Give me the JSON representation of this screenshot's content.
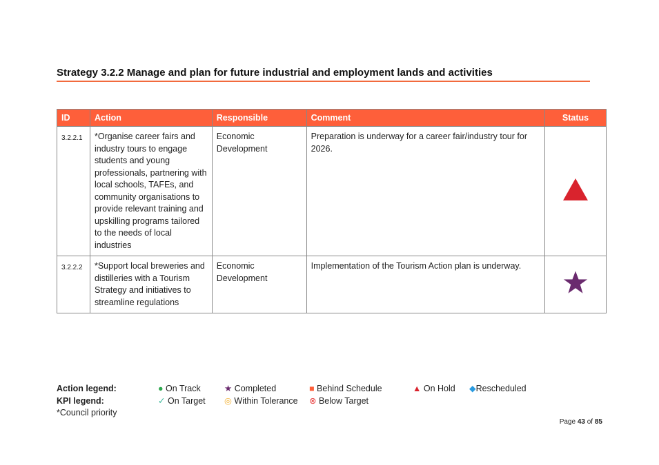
{
  "title": "Strategy 3.2.2 Manage and plan for future industrial and employment lands and activities",
  "table": {
    "headers": [
      "ID",
      "Action",
      "Responsible",
      "Comment",
      "Status"
    ],
    "rows": [
      {
        "id": "3.2.2.1",
        "action": "*Organise career fairs and industry tours to engage students and young professionals, partnering with local schools, TAFEs, and community organisations to provide relevant training and upskilling programs tailored to the needs of local industries",
        "responsible": "Economic Development",
        "comment": "Preparation is underway for a career fair/industry tour for 2026.",
        "status": "On Hold"
      },
      {
        "id": "3.2.2.2",
        "action": "*Support local breweries and distilleries with a Tourism Strategy and initiatives to streamline regulations",
        "responsible": "Economic Development",
        "comment": "Implementation of the Tourism Action plan is underway.",
        "status": "Completed"
      }
    ]
  },
  "legend": {
    "action_label": "Action legend:",
    "kpi_label": "KPI legend:",
    "priority": "*Council priority",
    "action": [
      "On Track",
      "Completed",
      "Behind Schedule",
      "On Hold",
      "Rescheduled"
    ],
    "kpi": [
      "On Target",
      "Within Tolerance",
      "Below Target"
    ]
  },
  "page": {
    "prefix": "Page",
    "current": "43",
    "of": "of",
    "total": "85"
  },
  "colors": {
    "accent": "#fe5f3a",
    "on_hold": "#d9232d",
    "completed": "#6a2a6e"
  }
}
